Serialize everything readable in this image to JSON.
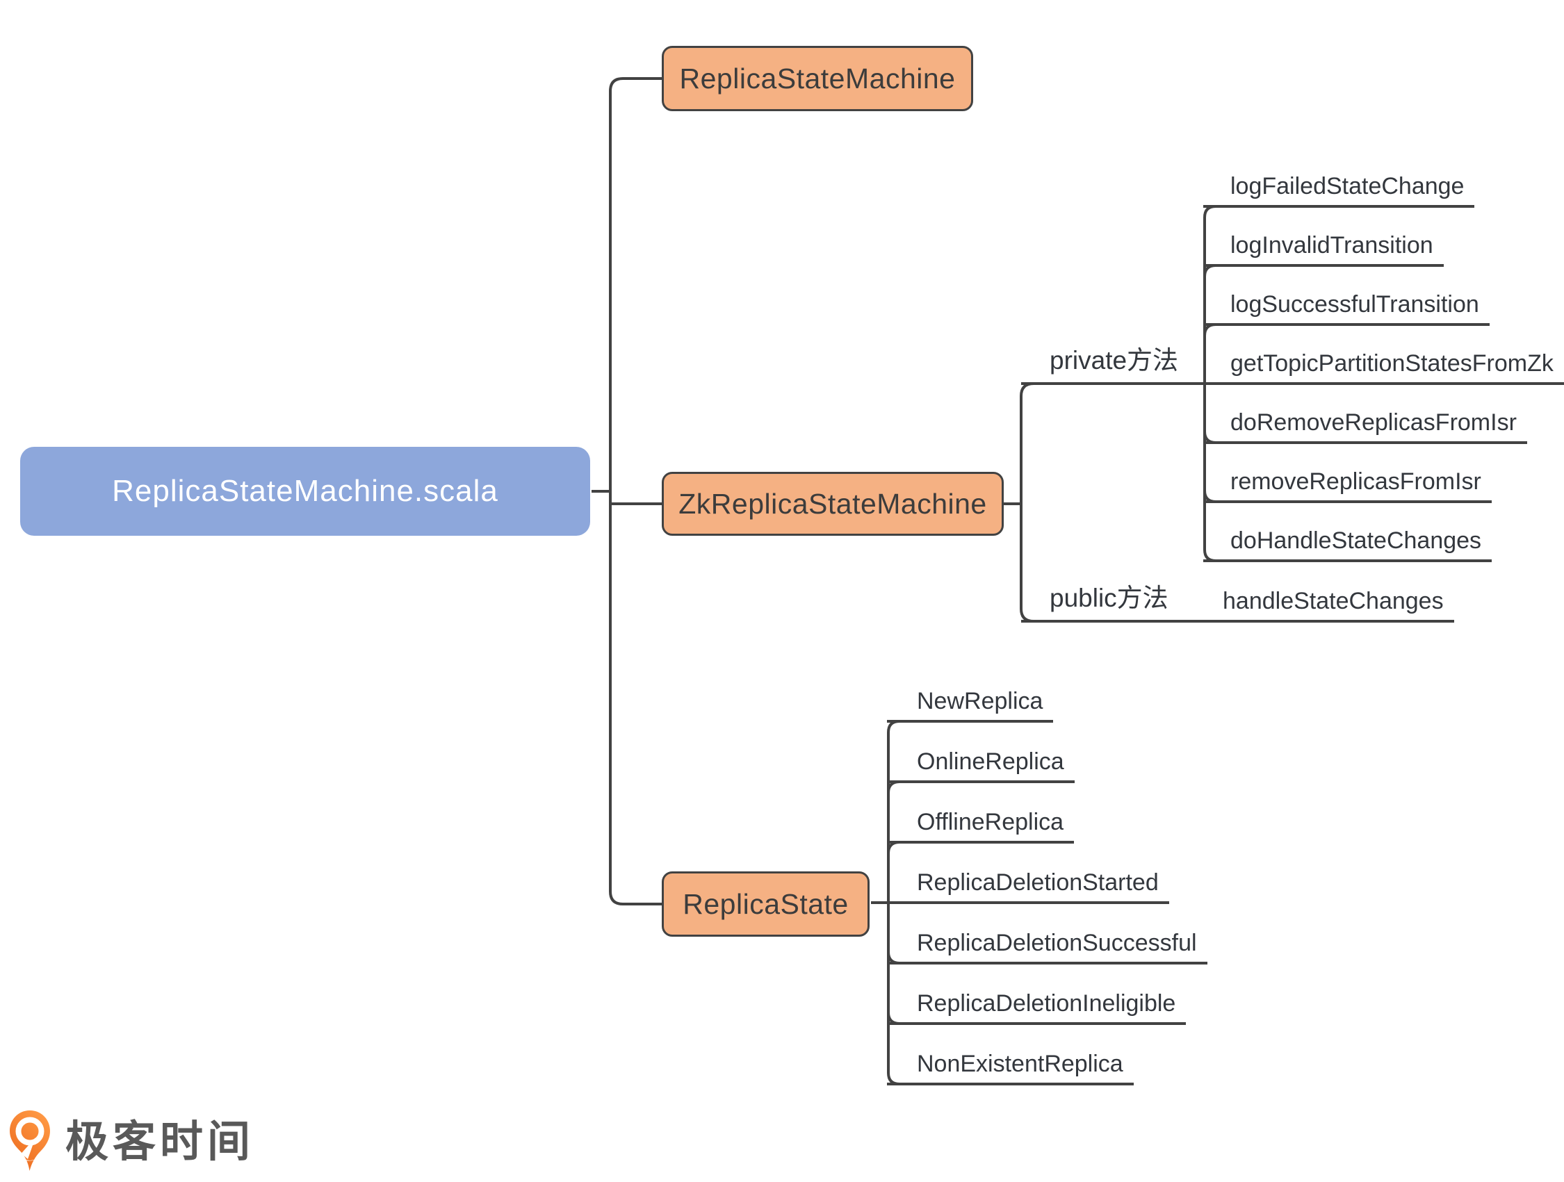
{
  "diagram": {
    "root": {
      "label": "ReplicaStateMachine.scala"
    },
    "branches": [
      {
        "label": "ReplicaStateMachine"
      },
      {
        "label": "ZkReplicaStateMachine"
      },
      {
        "label": "ReplicaState"
      }
    ],
    "zk_groups": [
      {
        "label": "private方法",
        "children": [
          "logFailedStateChange",
          "logInvalidTransition",
          "logSuccessfulTransition",
          "getTopicPartitionStatesFromZk",
          "doRemoveReplicasFromIsr",
          "removeReplicasFromIsr",
          "doHandleStateChanges"
        ]
      },
      {
        "label": "public方法",
        "children": [
          "handleStateChanges"
        ]
      }
    ],
    "replica_state_children": [
      "NewReplica",
      "OnlineReplica",
      "OfflineReplica",
      "ReplicaDeletionStarted",
      "ReplicaDeletionSuccessful",
      "ReplicaDeletionIneligible",
      "NonExistentReplica"
    ]
  },
  "logo": {
    "brand": "极客时间"
  },
  "colors": {
    "root_fill": "#8DA7DB",
    "root_text": "#FFFFFF",
    "node_fill": "#F5B183",
    "node_border": "#424242",
    "node_text": "#3C3C3C",
    "line": "#424242",
    "leaf_text": "#33373D",
    "logo_text": "#595959",
    "logo_orange": "#F3701F"
  }
}
